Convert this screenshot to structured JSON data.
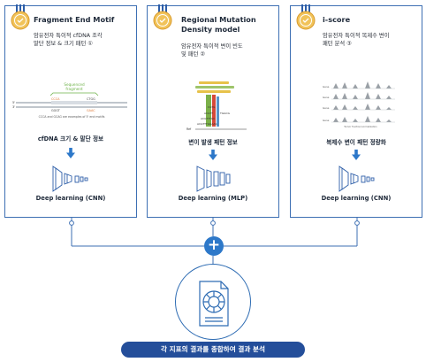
{
  "cards": [
    {
      "title_lines": [
        "Fragment End Motif"
      ],
      "desc_lines": [
        "암유전자 특이적 cfDNA 조각",
        "말단 정보 & 크기 패턴 ①"
      ],
      "caption": "cfDNA 크기 & 말단 정보",
      "model": "Deep learning (CNN)",
      "figure_labels": [
        "Sequenced",
        "fragment",
        "CCCA",
        "CTGG",
        "GGGT",
        "GAAC",
        "CCCA and GCAG are examples of 5' end motifs",
        "5'",
        "3'"
      ]
    },
    {
      "title_lines": [
        "Regional Mutation",
        "Density model"
      ],
      "desc_lines": [
        "암유전자 특이적 변이 빈도",
        "및 패턴 ②"
      ],
      "caption": "변이 발생 패턴 정보",
      "model": "Deep learning (MLP)",
      "figure_labels": [
        "Ref"
      ]
    },
    {
      "title_lines": [
        "i-score"
      ],
      "desc_lines": [
        "암유전자 특이적 복제수 변이",
        "패턴 분석 ③"
      ],
      "caption": "복제수 변이 패턴 정량화",
      "model": "Deep learning (CNN)",
      "figure_labels": [
        "Gene",
        "Gene",
        "Gene",
        "Gene",
        "Tumor fraction/normalization"
      ]
    }
  ],
  "result_label": "각 지표의 결과를 종합하여 결과 분석",
  "plus_symbol": "+",
  "colors": {
    "border": "#3d6fb3",
    "accent": "#2d78c9",
    "pill": "#244e9a",
    "badge_gold": "#e0a93a"
  }
}
